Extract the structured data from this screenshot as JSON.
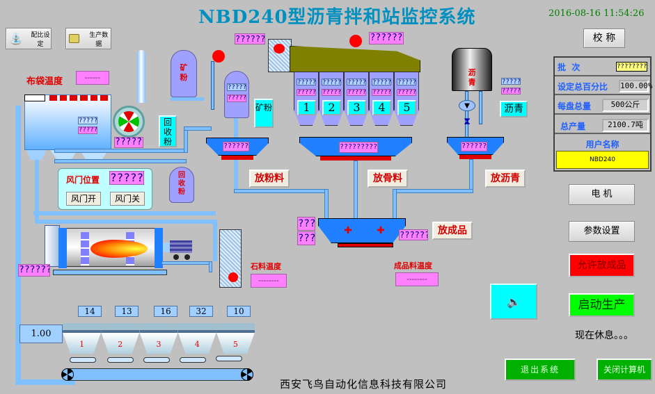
{
  "header": {
    "title": "NBD240型沥青拌和站监控系统",
    "datetime": "2016-08-16 11:54:26"
  },
  "toolbar": {
    "ratio_settings_label": "配比设定",
    "production_data_label": "生产数据"
  },
  "left": {
    "bag_temp_label": "布袋温度",
    "bag_temp_value": "------",
    "dust_val1": "??????",
    "dust_val2": "??????",
    "fan_val": "??????",
    "recycled_powder_btn": "回收粉",
    "recycled_powder_silo": "回收粉",
    "damper": {
      "label": "风门位置",
      "value": "?????",
      "open_label": "风门开",
      "close_label": "风门关"
    },
    "dryer_val": "??????",
    "stone_temp_label": "石料温度",
    "stone_temp_value": "--------"
  },
  "powder": {
    "silo_label": "矿粉",
    "top_value": "??????",
    "hopper_val1": "??????",
    "hopper_val2": "??????",
    "powder_btn": "矿粉",
    "scale_value": "???????",
    "release_btn": "放粉料"
  },
  "aggregate": {
    "bins": [
      {
        "label": "1",
        "val1": "??????",
        "val2": "??????"
      },
      {
        "label": "2",
        "val1": "??????",
        "val2": "??????"
      },
      {
        "label": "3",
        "val1": "??????",
        "val2": "??????"
      },
      {
        "label": "4",
        "val1": "??????",
        "val2": "??????"
      },
      {
        "label": "5",
        "val1": "??????",
        "val2": "??????"
      }
    ],
    "top_value": "??????",
    "scale_value": "?????????",
    "release_btn": "放骨料"
  },
  "asphalt": {
    "tank_label": "沥青",
    "val1": "??????",
    "val2": "??????",
    "btn": "沥青",
    "scale_value": "???????",
    "release_btn": "放沥青"
  },
  "mixer": {
    "left_val1": "????",
    "left_val2": "????",
    "right_val": "??????",
    "release_btn": "放成品",
    "product_temp_label": "成品料温度",
    "product_temp_value": "--------"
  },
  "cold_feed": {
    "ratio_value": "1.00",
    "bin_values": [
      "14",
      "13",
      "16",
      "32",
      "10"
    ],
    "bin_labels": [
      "1",
      "2",
      "3",
      "4",
      "5"
    ]
  },
  "right_panel": {
    "calibrate_btn": "校 称",
    "batch_label": "批  次",
    "batch_value": "?????????",
    "total_pct_label": "设定总百分比",
    "total_pct_value": "100.00%",
    "per_batch_label": "每盘总量",
    "per_batch_value": "500公斤",
    "total_output_label": "总产量",
    "total_output_value": "2100.7吨",
    "user_name_label": "用户名称",
    "user_name_value": "NBD240",
    "motor_btn": "电 机",
    "params_btn": "参数设置",
    "allow_release_btn": "允许放成品",
    "start_btn": "启动生产",
    "status_text": "现在休息。。。",
    "exit_btn": "退出系统",
    "shutdown_btn": "关闭计算机"
  },
  "footer": {
    "company": "西安飞鸟自动化信息科技有限公司"
  },
  "colors": {
    "title": "#0090c0",
    "datetime": "#008000",
    "readout_pink": "#ff80ff",
    "pipe": "#80c0ff",
    "scale_blue": "#2080ff",
    "alarm_red": "#ff0000",
    "start_green": "#00ff00"
  }
}
